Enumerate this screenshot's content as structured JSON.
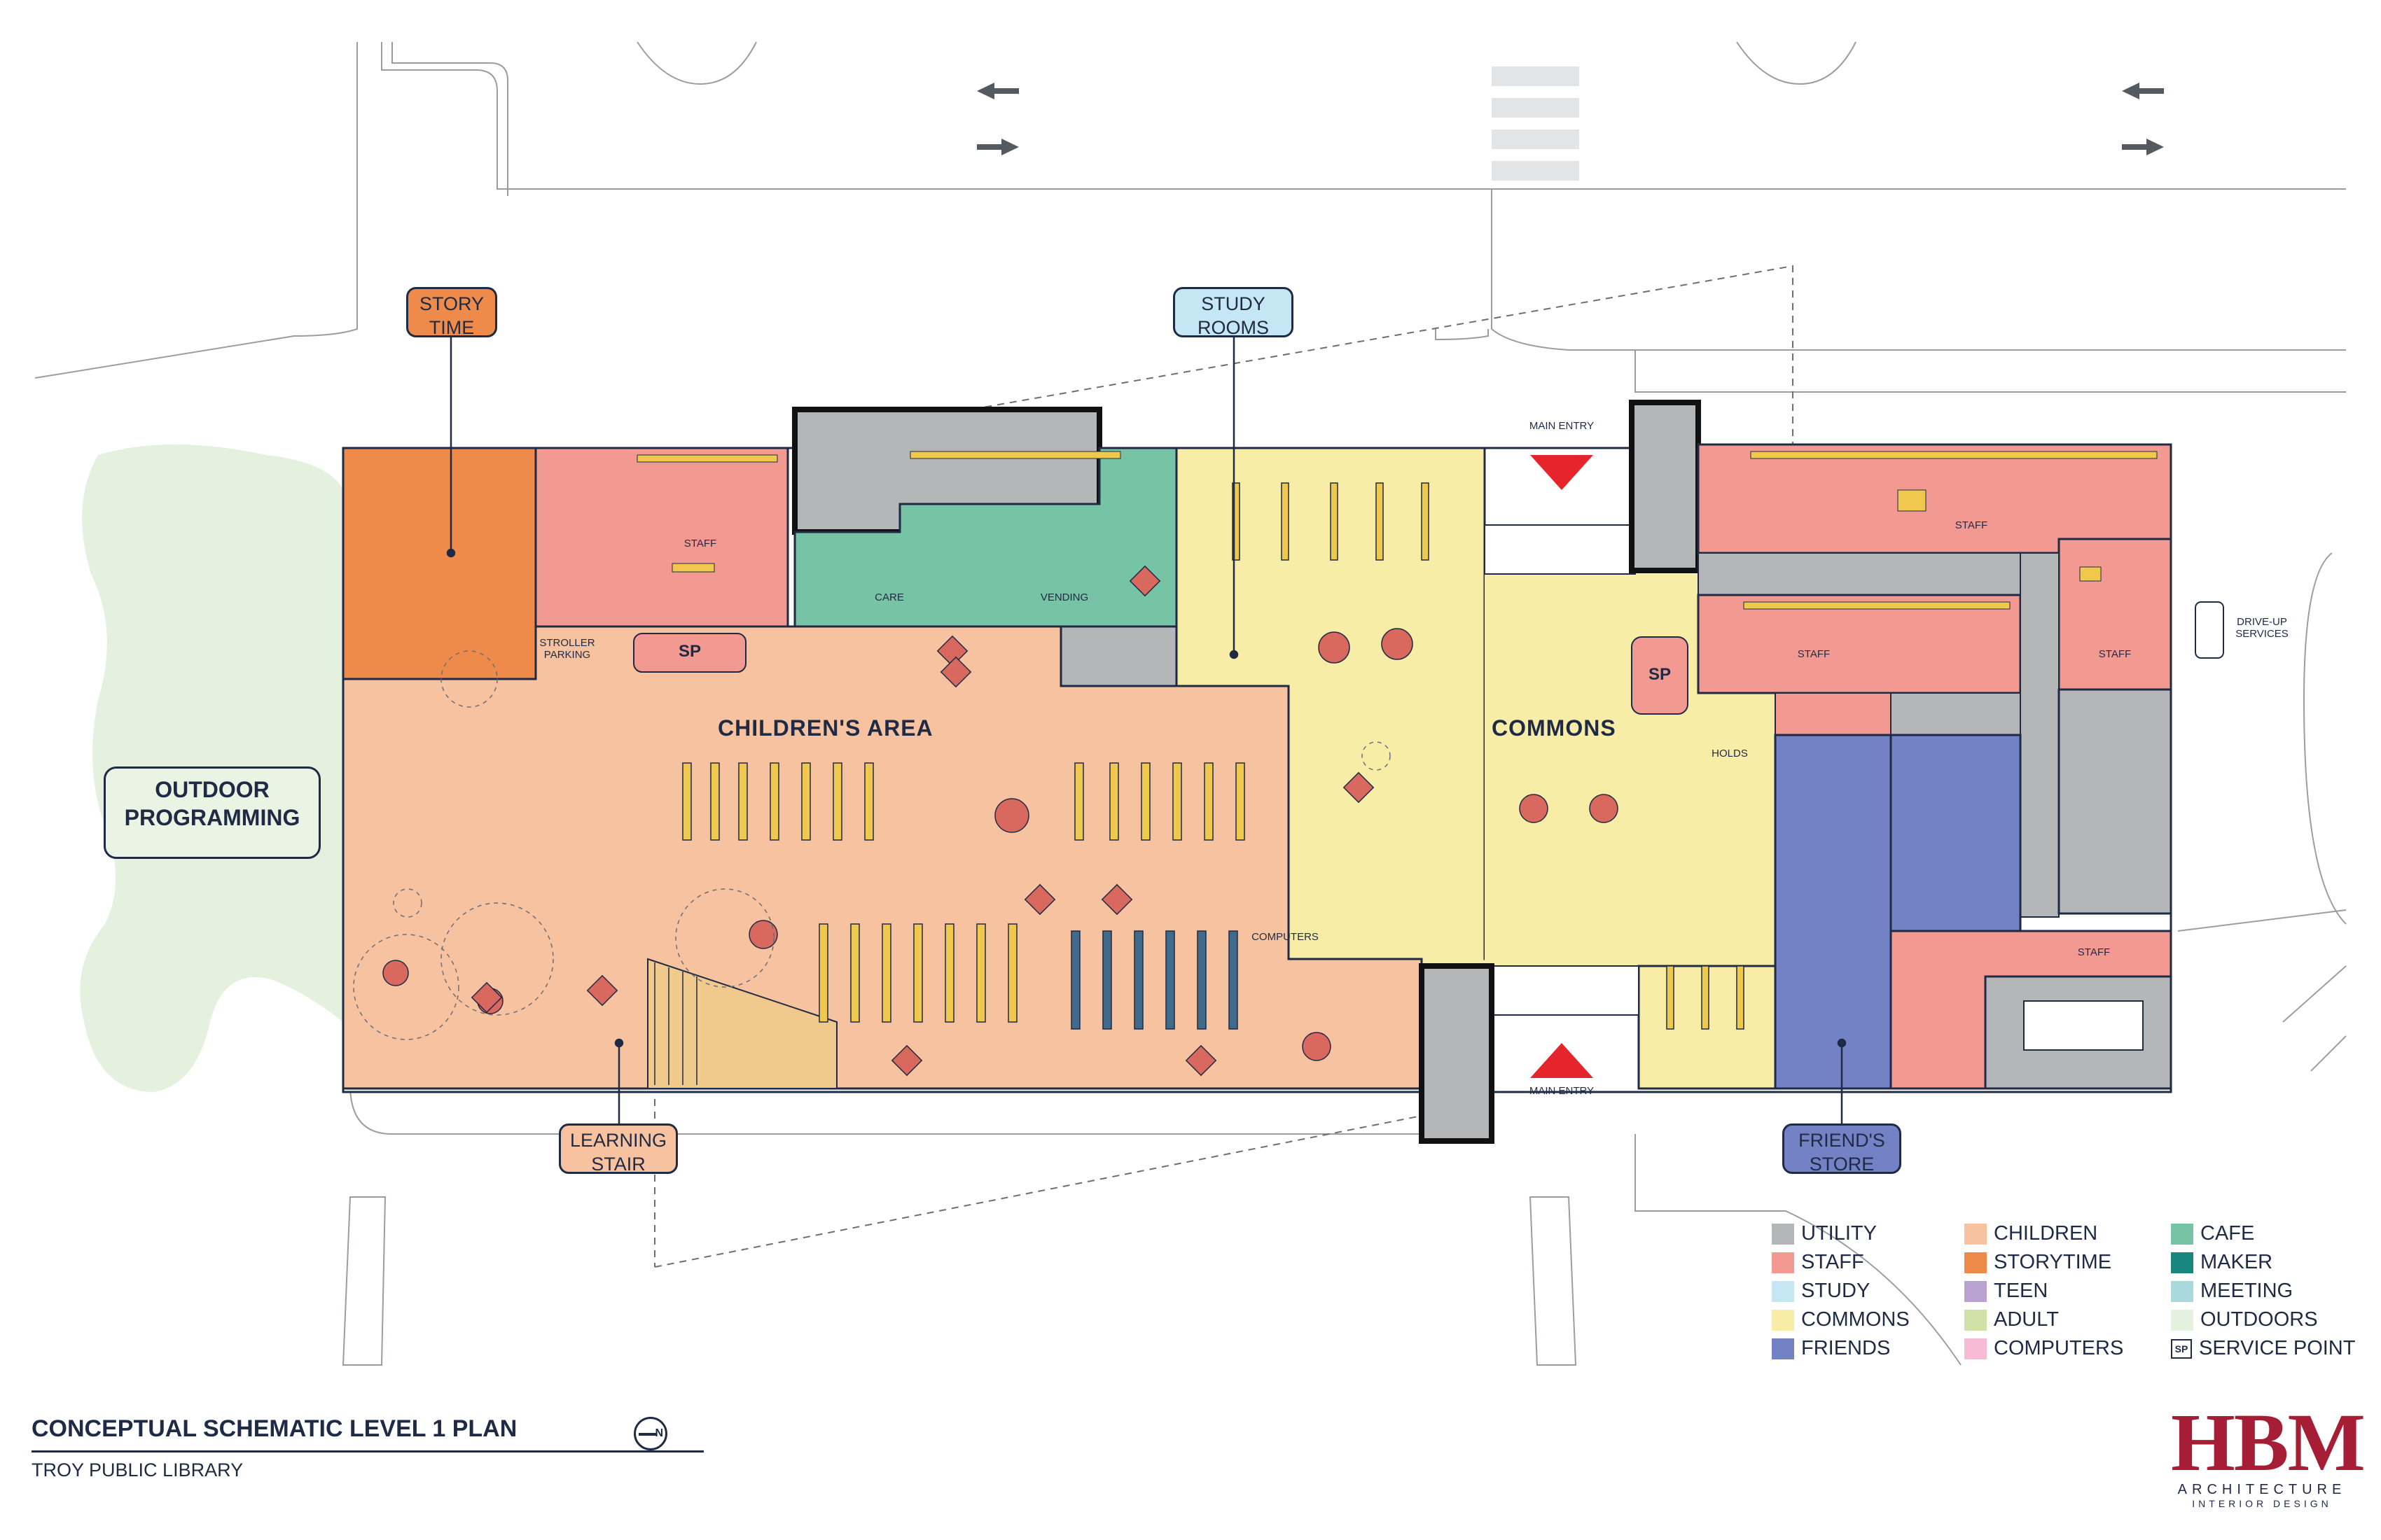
{
  "plan": {
    "title": "CONCEPTUAL SCHEMATIC LEVEL 1 PLAN",
    "subtitle": "TROY PUBLIC LIBRARY",
    "north_label": "N"
  },
  "callouts": {
    "story_time": [
      "STORY",
      "TIME"
    ],
    "study_rooms": [
      "STUDY",
      "ROOMS"
    ],
    "learning_stair": [
      "LEARNING",
      "STAIR"
    ],
    "friends_store": [
      "FRIEND'S",
      "STORE"
    ],
    "outdoor_programming": [
      "OUTDOOR",
      "PROGRAMMING"
    ]
  },
  "areas": {
    "childrens_area": "CHILDREN'S AREA",
    "commons": "COMMONS"
  },
  "labels": {
    "main_entry_top": "MAIN ENTRY",
    "main_entry_bottom": "MAIN ENTRY",
    "drive_up": [
      "DRIVE-UP",
      "SERVICES"
    ],
    "stroller_parking": [
      "STROLLER",
      "PARKING"
    ],
    "staff": "STAFF",
    "care": "CARE",
    "vending": "VENDING",
    "holds": "HOLDS",
    "computers": "COMPUTERS",
    "service_point_short": "SP"
  },
  "legend": [
    {
      "label": "UTILITY",
      "color": "#b4b6b8"
    },
    {
      "label": "STAFF",
      "color": "#f29a92"
    },
    {
      "label": "STUDY",
      "color": "#c5e6f3"
    },
    {
      "label": "COMMONS",
      "color": "#f8eda7"
    },
    {
      "label": "FRIENDS",
      "color": "#7282c4"
    },
    {
      "label": "CHILDREN",
      "color": "#f7c2a0"
    },
    {
      "label": "STORYTIME",
      "color": "#ee8b4a"
    },
    {
      "label": "TEEN",
      "color": "#b8a3d0"
    },
    {
      "label": "ADULT",
      "color": "#cfe1a6"
    },
    {
      "label": "COMPUTERS",
      "color": "#f6bcd5"
    },
    {
      "label": "CAFE",
      "color": "#77c3a5"
    },
    {
      "label": "MAKER",
      "color": "#19877f"
    },
    {
      "label": "MEETING",
      "color": "#a9d9dc"
    },
    {
      "label": "OUTDOORS",
      "color": "#e3f1de"
    },
    {
      "label": "SERVICE POINT",
      "symbol": "SP"
    }
  ],
  "logo": {
    "mark": "HBM",
    "line1": "ARCHITECTURE",
    "line2": "INTERIOR DESIGN"
  },
  "colors": {
    "utility": "#b4b6b8",
    "staff": "#f29a92",
    "study": "#c5e6f3",
    "commons": "#f8eda7",
    "friends": "#7282c4",
    "children": "#f7c2a0",
    "storytime": "#ee8b4a",
    "cafe": "#77c3a5",
    "outdoors": "#e3f1de",
    "shelving": "#f0c84e",
    "furniture": "#d9685e",
    "entry_arrow": "#e5242b",
    "logo": "#a61e35",
    "ink": "#1f2a44"
  }
}
